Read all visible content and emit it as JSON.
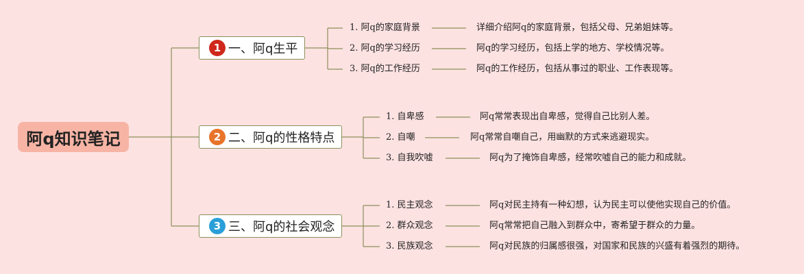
{
  "title": "阿q知识笔记",
  "branches": [
    {
      "number": "1",
      "label": "一、阿q生平",
      "badge_color": "#d0281c",
      "items": [
        {
          "label": "1. 阿q的家庭背景",
          "desc": "详细介绍阿q的家庭背景，包括父母、兄弟姐妹等。"
        },
        {
          "label": "2. 阿q的学习经历",
          "desc": "阿q的学习经历，包括上学的地方、学校情况等。"
        },
        {
          "label": "3. 阿q的工作经历",
          "desc": "阿q的工作经历，包括从事过的职业、工作表现等。"
        }
      ]
    },
    {
      "number": "2",
      "label": "二、阿q的性格特点",
      "badge_color": "#e8742a",
      "items": [
        {
          "label": "1. 自卑感",
          "desc": "阿q常常表现出自卑感，觉得自己比别人差。"
        },
        {
          "label": "2. 自嘲",
          "desc": "阿q常常自嘲自己，用幽默的方式来逃避现实。"
        },
        {
          "label": "3. 自我吹嘘",
          "desc": "阿q为了掩饰自卑感，经常吹嘘自己的能力和成就。"
        }
      ]
    },
    {
      "number": "3",
      "label": "三、阿q的社会观念",
      "badge_color": "#2a9fd8",
      "items": [
        {
          "label": "1. 民主观念",
          "desc": "阿q对民主持有一种幻想，认为民主可以使他实现自己的价值。"
        },
        {
          "label": "2. 群众观念",
          "desc": "阿q常常把自己融入到群众中，寄希望于群众的力量。"
        },
        {
          "label": "3. 民族观念",
          "desc": "阿q对民族的归属感很强，对国家和民族的兴盛有着强烈的期待。"
        }
      ]
    }
  ],
  "colors": {
    "background": "#fde2e2",
    "root_fill": "#f7b4a4",
    "line": "#8a8f5a"
  }
}
